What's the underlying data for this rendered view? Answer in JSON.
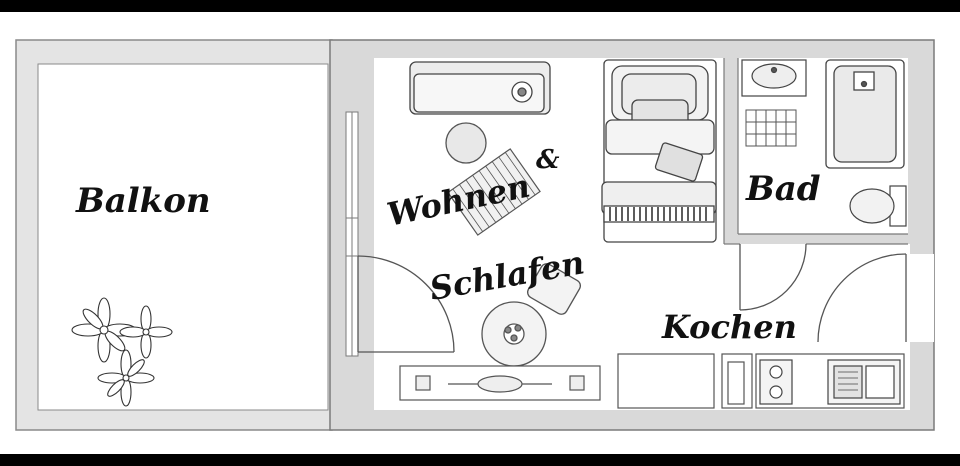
{
  "rooms": {
    "balkon": "Balkon",
    "wohnen": "Wohnen",
    "amp": "&",
    "schlafen": "Schlafen",
    "bad": "Bad",
    "kochen": "Kochen"
  },
  "colors": {
    "frame": "#000000",
    "wall": "#d9d9d9",
    "wall_edge": "#7a7a7a",
    "floor": "#ffffff",
    "furniture": "#e6e6e6",
    "line": "#555555",
    "text": "#111111"
  },
  "icons": [
    "sofa-icon",
    "table-icon",
    "rug-icon",
    "bed-icon",
    "plant-icon",
    "sink-icon",
    "bathtub-icon",
    "toilet-icon",
    "stove-icon",
    "kitchen-sink-icon",
    "desk-icon",
    "chair-icon"
  ]
}
